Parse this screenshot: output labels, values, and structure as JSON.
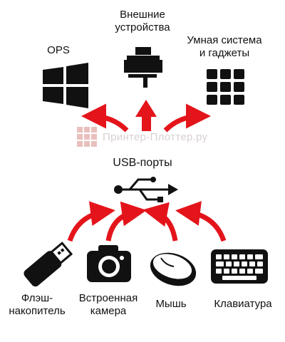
{
  "top_labels": {
    "ops": "OPS",
    "external_devices": [
      "Внешние",
      "устройства"
    ],
    "smart_system": [
      "Умная система",
      "и гаджеты"
    ]
  },
  "watermark": {
    "text": "Принтер-Плоттер.ру"
  },
  "hub": {
    "label": "USB-порты",
    "icon": "usb-icon"
  },
  "bottom_labels": {
    "flash": [
      "Флэш-",
      "накопитель"
    ],
    "camera": [
      "Встроенная",
      "камера"
    ],
    "mouse": "Мышь",
    "keyboard": "Клавиатура"
  },
  "colors": {
    "arrow": "#e4141b",
    "icon": "#111111",
    "watermark": "#e9c0bd"
  }
}
